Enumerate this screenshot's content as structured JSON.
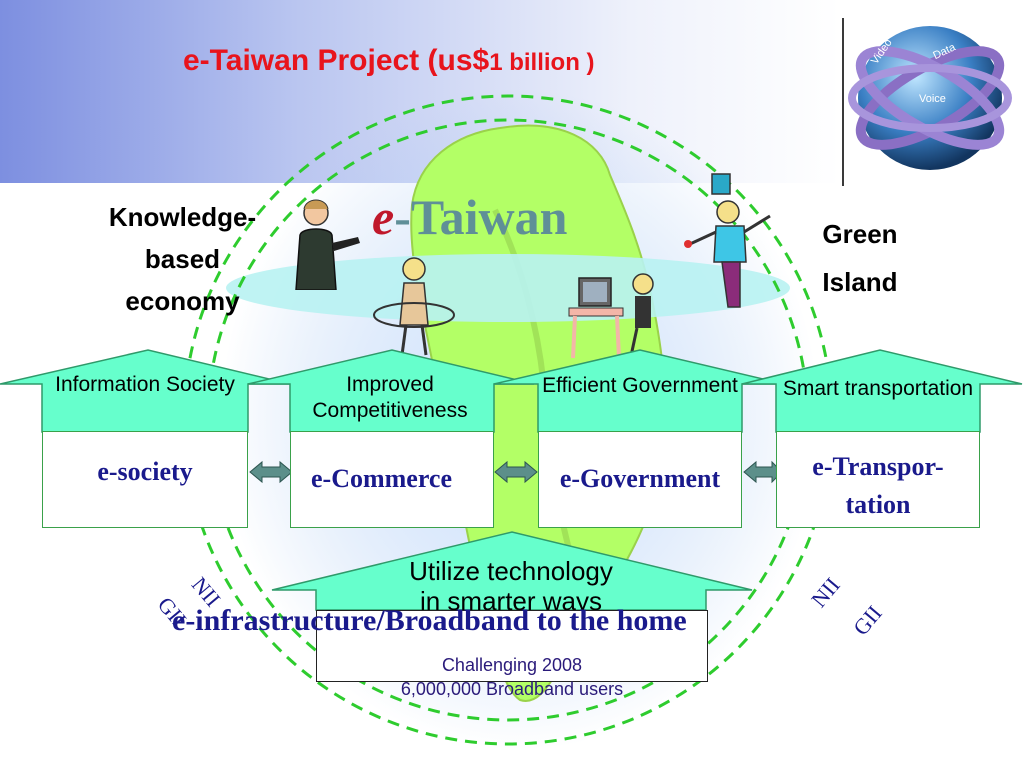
{
  "title": {
    "main": "e-Taiwan Project (us$",
    "amount": "1 billion )"
  },
  "logo": {
    "labels": [
      "Video",
      "Data",
      "Voice"
    ]
  },
  "center_title": {
    "e": "e",
    "rest": "-Taiwan"
  },
  "side_labels": {
    "left": [
      "Knowledge-",
      "based",
      "economy"
    ],
    "right": [
      "Green",
      "Island"
    ]
  },
  "pillars": [
    {
      "top": "Information Society",
      "bottom": "e-society"
    },
    {
      "top": "Improved Competitiveness",
      "bottom": "e-Commerce"
    },
    {
      "top": "Efficient Government",
      "bottom": "e-Government"
    },
    {
      "top": "Smart transportation",
      "bottom": "e-Transpor-tation"
    }
  ],
  "base_arrow": {
    "line1": "Utilize technology",
    "line2": "in smarter ways"
  },
  "infrastructure": "e-infrastructure/Broadband to the home",
  "goal_box": {
    "line1": "Challenging 2008",
    "line2": "6,000,000 Broadband users"
  },
  "ring_labels": {
    "nii_left": "NII",
    "gii_left": "GII",
    "nii_right": "NII",
    "gii_right": "GII"
  },
  "colors": {
    "title": "#e8141c",
    "pillar_fill": "#66ffcc",
    "pillar_stroke": "#2f9a6a",
    "ring": "#2ecc2e",
    "island": "#b3ff66",
    "body_text": "#1a1a8c"
  }
}
